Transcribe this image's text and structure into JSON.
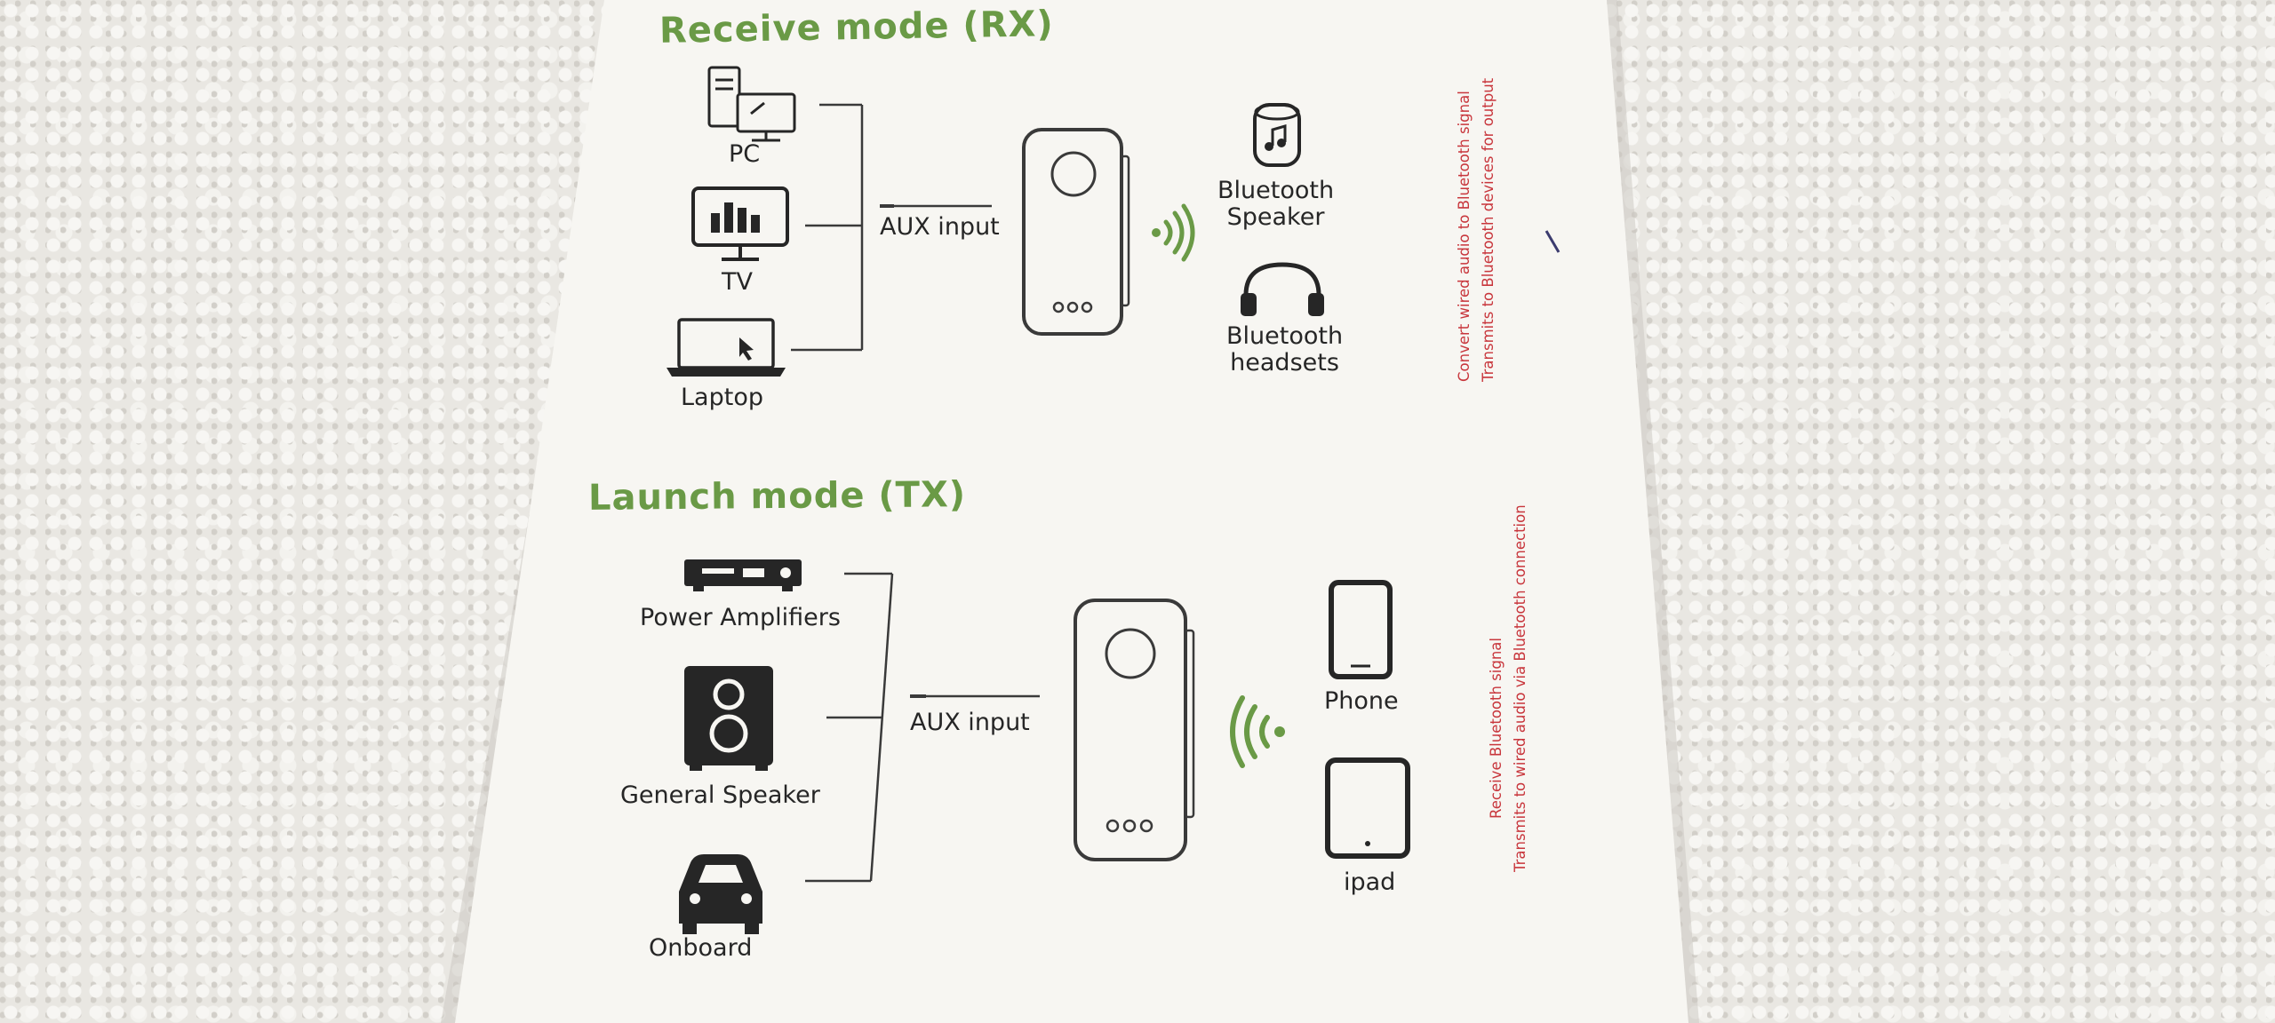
{
  "rx": {
    "heading": "Receive mode (RX)",
    "sources": [
      "PC",
      "TV",
      "Laptop"
    ],
    "aux_label": "AUX input",
    "outputs": [
      "Bluetooth\nSpeaker",
      "Bluetooth\nheadsets"
    ],
    "note_lines": [
      "Convert wired audio to Bluetooth signal",
      "Transmits to Bluetooth devices for output"
    ]
  },
  "tx": {
    "heading": "Launch mode (TX)",
    "sources": [
      "Power Amplifiers",
      "General Speaker",
      "Onboard"
    ],
    "aux_label": "AUX input",
    "outputs": [
      "Phone",
      "ipad"
    ],
    "note_lines": [
      "Receive Bluetooth signal",
      "Transmits to wired audio via Bluetooth connection"
    ]
  },
  "colors": {
    "heading_green": "#6a9a46",
    "note_red": "#c8363c",
    "icon_dark": "#262626",
    "card": "#f7f6f2"
  }
}
